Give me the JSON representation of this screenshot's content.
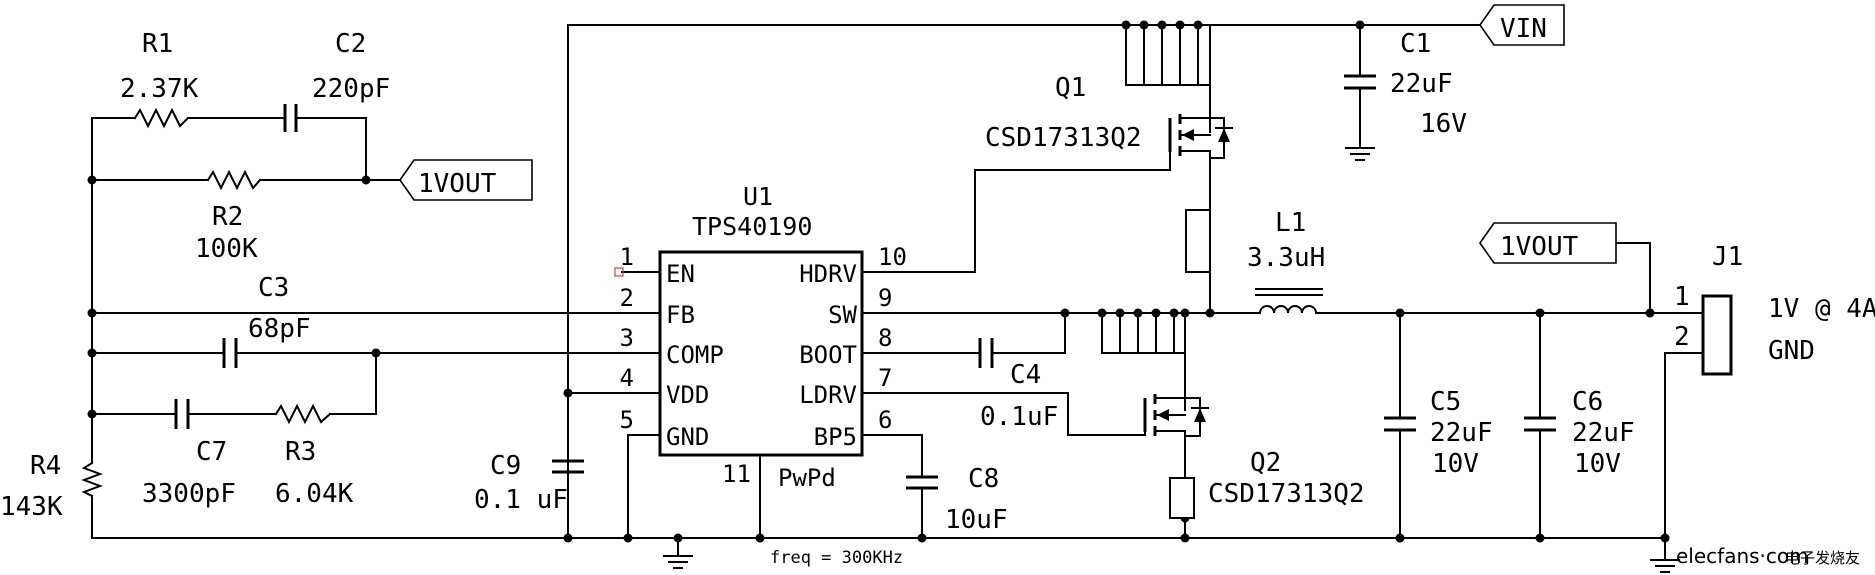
{
  "ic": {
    "ref": "U1",
    "part": "TPS40190",
    "pins_left": [
      {
        "num": "1",
        "name": "EN"
      },
      {
        "num": "2",
        "name": "FB"
      },
      {
        "num": "3",
        "name": "COMP"
      },
      {
        "num": "4",
        "name": "VDD"
      },
      {
        "num": "5",
        "name": "GND"
      }
    ],
    "pins_right": [
      {
        "num": "10",
        "name": "HDRV"
      },
      {
        "num": "9",
        "name": "SW"
      },
      {
        "num": "8",
        "name": "BOOT"
      },
      {
        "num": "7",
        "name": "LDRV"
      },
      {
        "num": "6",
        "name": "BP5"
      }
    ],
    "pad_num": "11",
    "pad_name": "PwPd"
  },
  "components": {
    "R1": {
      "ref": "R1",
      "value": "2.37K"
    },
    "C2": {
      "ref": "C2",
      "value": "220pF"
    },
    "R2": {
      "ref": "R2",
      "value": "100K"
    },
    "C3": {
      "ref": "C3",
      "value": "68pF"
    },
    "C7": {
      "ref": "C7",
      "value": "3300pF"
    },
    "R3": {
      "ref": "R3",
      "value": "6.04K"
    },
    "R4": {
      "ref": "R4",
      "value": "143K"
    },
    "C9": {
      "ref": "C9",
      "value": "0.1 uF"
    },
    "C4": {
      "ref": "C4",
      "value": "0.1uF"
    },
    "C8": {
      "ref": "C8",
      "value": "10uF"
    },
    "C1": {
      "ref": "C1",
      "value": "22uF",
      "rating": "16V"
    },
    "Q1": {
      "ref": "Q1",
      "part": "CSD17313Q2"
    },
    "Q2": {
      "ref": "Q2",
      "part": "CSD17313Q2"
    },
    "L1": {
      "ref": "L1",
      "value": "3.3uH"
    },
    "C5": {
      "ref": "C5",
      "value": "22uF",
      "rating": "10V"
    },
    "C6": {
      "ref": "C6",
      "value": "22uF",
      "rating": "10V"
    },
    "J1": {
      "ref": "J1",
      "pin1": "1",
      "pin2": "2",
      "label1": "1V @ 4A",
      "label2": "GND"
    }
  },
  "ports": {
    "vin": "VIN",
    "vout_top": "1VOUT",
    "vout_right": "1VOUT"
  },
  "note": "freq = 300KHz",
  "watermark": {
    "site": "elecfans·com",
    "cn": "电子发烧友"
  }
}
